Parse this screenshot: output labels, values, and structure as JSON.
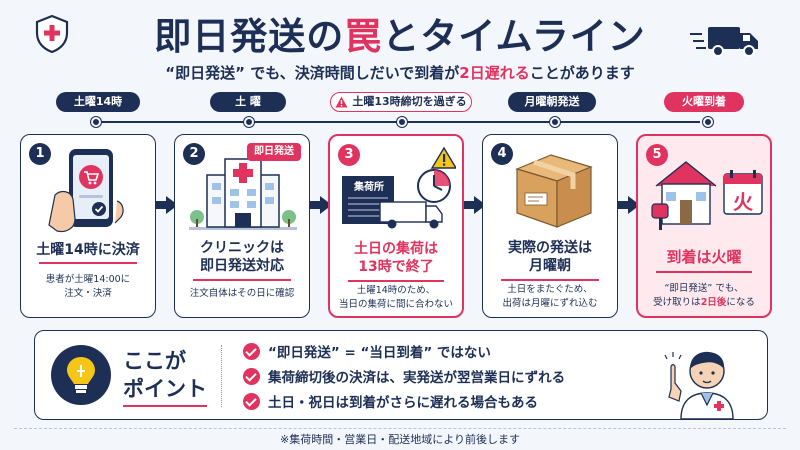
{
  "header": {
    "title_pre": "即日発送の",
    "title_hl": "罠",
    "title_post": "とタイムライン",
    "subtitle_pre": "“即日発送” でも、決済時間しだいで到着が",
    "subtitle_hl": "2日遅れる",
    "subtitle_post": "ことがあります"
  },
  "timeline": [
    {
      "label": "土曜14時",
      "style": "navy"
    },
    {
      "label": "土 曜",
      "style": "navy"
    },
    {
      "label": "土曜13時締切を過ぎる",
      "style": "warn"
    },
    {
      "label": "月曜朝発送",
      "style": "navy"
    },
    {
      "label": "火曜到着",
      "style": "pink"
    }
  ],
  "steps": [
    {
      "num": "1",
      "title": "土曜14時に決済",
      "desc1": "患者が土曜14:00に",
      "desc2": "注文・決済",
      "illustration": "smartphone-cart-icon"
    },
    {
      "num": "2",
      "badge": "即日発送",
      "title1": "クリニックは",
      "title2": "即日発送対応",
      "desc1": "注文自体はその日に確認",
      "illustration": "clinic-building-icon"
    },
    {
      "num": "3",
      "title1": "土日の集荷は",
      "title2": "13時で終了",
      "desc1": "土曜14時のため、",
      "desc2": "当日の集荷に間に合わない",
      "depot_label": "集荷所",
      "illustration": "depot-truck-clock-icon"
    },
    {
      "num": "4",
      "title1": "実際の発送は",
      "title2": "月曜朝",
      "desc1": "土日をまたぐため、",
      "desc2": "出荷は月曜にずれ込む",
      "illustration": "cardboard-box-icon"
    },
    {
      "num": "5",
      "title": "到着は火曜",
      "desc1": "“即日発送” でも、",
      "desc2_pre": "受け取りは",
      "desc2_hl": "2日後",
      "desc2_post": "になる",
      "calendar_text": "火",
      "illustration": "house-mailbox-calendar-icon"
    }
  ],
  "point": {
    "title1": "ここが",
    "title2": "ポイント",
    "items": [
      "“即日発送” = “当日到着” ではない",
      "集荷締切後の決済は、実発送が翌営業日にずれる",
      "土日・祝日は到着がさらに遅れる場合もある"
    ]
  },
  "footnote": "※集荷時間・営業日・配送地域により前後します",
  "colors": {
    "navy": "#1e2f55",
    "accent": "#e0335f",
    "pink_bg": "#fde9ee",
    "background": "#f3f6fb"
  }
}
